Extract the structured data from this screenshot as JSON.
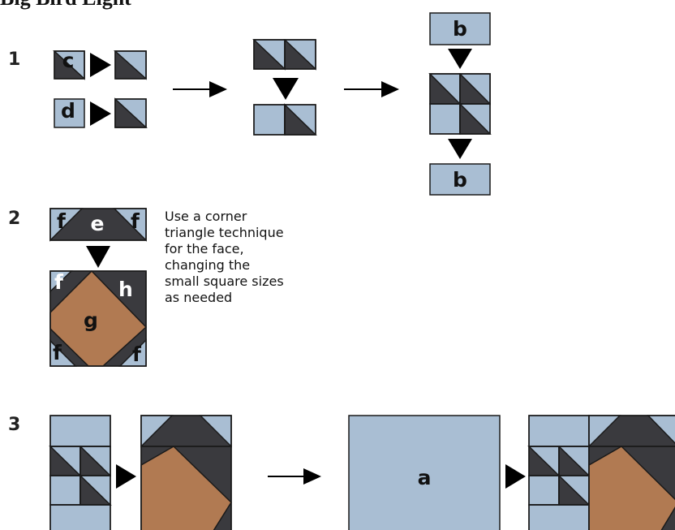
{
  "title": "Big Bird Light",
  "colors": {
    "light_blue": "#a9bed3",
    "dark_gray": "#3a3a3e",
    "brown": "#b17a52",
    "outline": "#1a1a1a",
    "arrow": "#000000"
  },
  "steps": [
    {
      "number": "1",
      "labels": {
        "c": "c",
        "d": "d",
        "b_top": "b",
        "b_bottom": "b"
      }
    },
    {
      "number": "2",
      "labels": {
        "e": "e",
        "f": "f",
        "g": "g",
        "h": "h"
      },
      "note_lines": [
        "Use a corner",
        "triangle technique",
        "for the face,",
        "changing the",
        "small square sizes",
        "as needed"
      ]
    },
    {
      "number": "3",
      "labels": {
        "a": "a"
      }
    }
  ]
}
